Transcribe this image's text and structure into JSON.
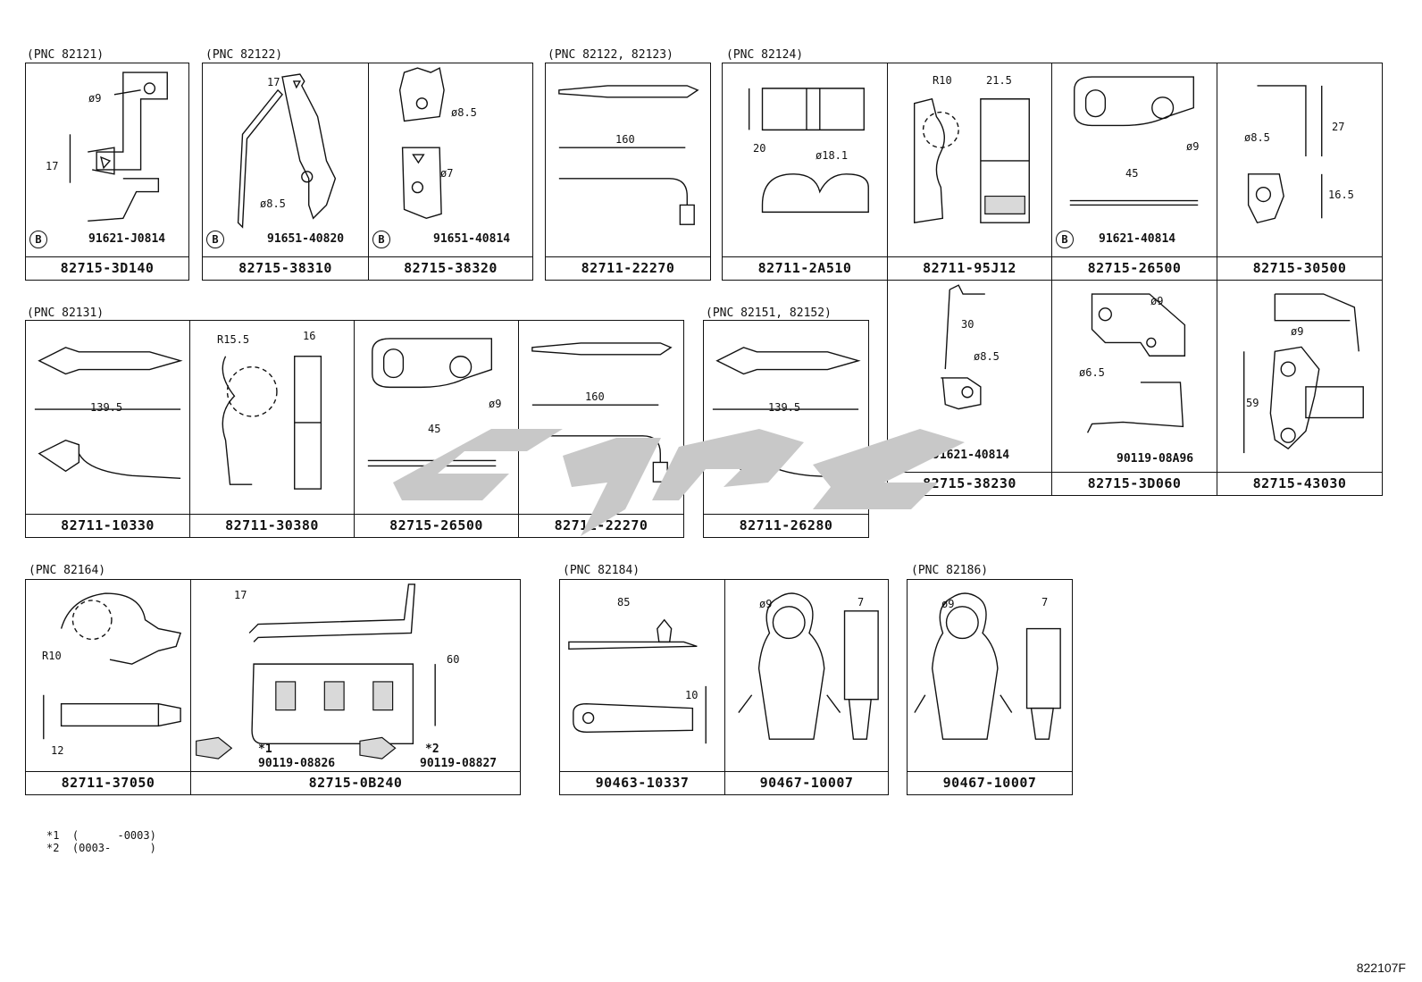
{
  "pnc_labels": [
    "(PNC 82121)",
    "(PNC 82122)",
    "(PNC 82122, 82123)",
    "(PNC 82124)",
    "(PNC 82131)",
    "(PNC 82151, 82152)",
    "(PNC 82164)",
    "(PNC 82184)",
    "(PNC 82186)"
  ],
  "cells": [
    {
      "part": "82715-3D140",
      "sub_icon": "B",
      "sub_part": "91621-J0814",
      "dims": [
        "ø9",
        "17"
      ]
    },
    {
      "part": "82715-38310",
      "sub_icon": "B",
      "sub_part": "91651-40820",
      "dims": [
        "17",
        "ø8.5"
      ]
    },
    {
      "part": "82715-38320",
      "sub_icon": "B",
      "sub_part": "91651-40814",
      "dims": [
        "ø8.5",
        "ø7"
      ]
    },
    {
      "part": "82711-22270",
      "dims": [
        "160"
      ]
    },
    {
      "part": "82711-2A510",
      "dims": [
        "20",
        "ø18.1"
      ]
    },
    {
      "part": "82711-95J12",
      "dims": [
        "R10",
        "21.5"
      ]
    },
    {
      "part": "82715-26500",
      "sub_icon": "B",
      "sub_part": "91621-40814",
      "dims": [
        "ø9",
        "45"
      ]
    },
    {
      "part": "82715-30500",
      "dims": [
        "27",
        "ø8.5",
        "16.5"
      ]
    },
    {
      "part": "82711-10330",
      "dims": [
        "139.5"
      ]
    },
    {
      "part": "82711-30380",
      "dims": [
        "R15.5",
        "16"
      ]
    },
    {
      "part": "82715-26500",
      "dims": [
        "45",
        "ø9"
      ]
    },
    {
      "part": "82711-22270",
      "dims": [
        "160"
      ]
    },
    {
      "part": "82711-26280",
      "dims": [
        "139.5"
      ]
    },
    {
      "part": "82715-38230",
      "sub_icon": "B",
      "sub_part": "91621-40814",
      "dims": [
        "30",
        "ø8.5"
      ]
    },
    {
      "part": "82715-3D060",
      "sub_part": "90119-08A96",
      "dims": [
        "ø9",
        "ø6.5"
      ]
    },
    {
      "part": "82715-43030",
      "dims": [
        "ø9",
        "59"
      ]
    },
    {
      "part": "82711-37050",
      "dims": [
        "R10",
        "12"
      ]
    },
    {
      "part": "82715-0B240",
      "dims": [
        "17",
        "60"
      ],
      "subs": [
        {
          "mark": "*1",
          "part": "90119-08826"
        },
        {
          "mark": "*2",
          "part": "90119-08827"
        }
      ]
    },
    {
      "part": "90463-10337",
      "dims": [
        "85",
        "10"
      ]
    },
    {
      "part": "90467-10007",
      "dims": [
        "ø9",
        "7"
      ]
    },
    {
      "part": "90467-10007",
      "dims": [
        "ø9",
        "7"
      ]
    }
  ],
  "footnotes": [
    "*1  (      -0003)",
    "*2  (0003-      )"
  ],
  "figure_code": "822107F",
  "colors": {
    "line": "#111111",
    "watermark": "#c8c8c8",
    "background": "#ffffff"
  }
}
